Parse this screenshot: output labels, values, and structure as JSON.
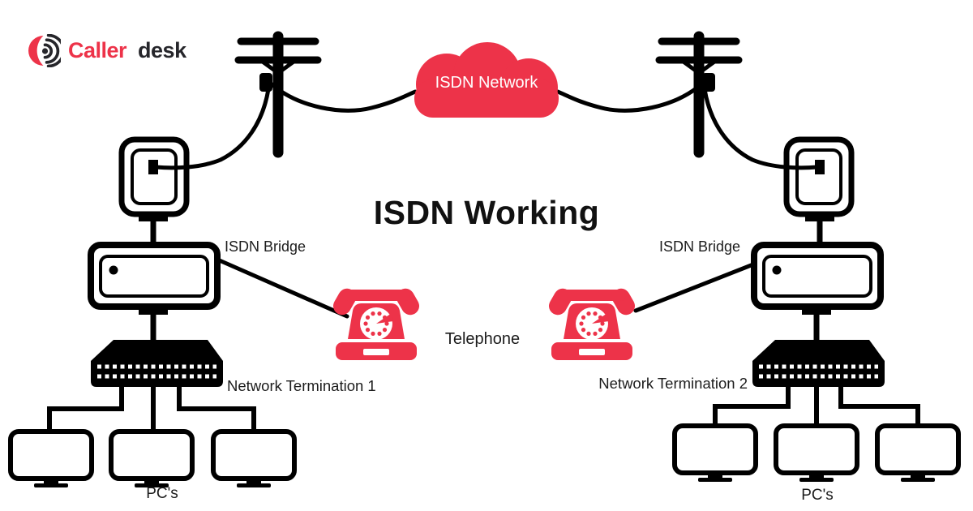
{
  "page": {
    "title": "ISDN Working"
  },
  "logo": {
    "brand_part1": "Caller",
    "brand_part2": "desk"
  },
  "colors": {
    "brand_red": "#ED3349",
    "ink": "#111111",
    "line_black": "#000000",
    "label_ink": "#1c1c1c",
    "logo_dark": "#26262b"
  },
  "cloud": {
    "label": "ISDN Network"
  },
  "left_site": {
    "bridge_label": "ISDN Bridge",
    "termination_label": "Network Termination 1",
    "pcs_label": "PC's"
  },
  "right_site": {
    "bridge_label": "ISDN Bridge",
    "termination_label": "Network Termination 2",
    "pcs_label": "PC's"
  },
  "telephone": {
    "label": "Telephone"
  }
}
